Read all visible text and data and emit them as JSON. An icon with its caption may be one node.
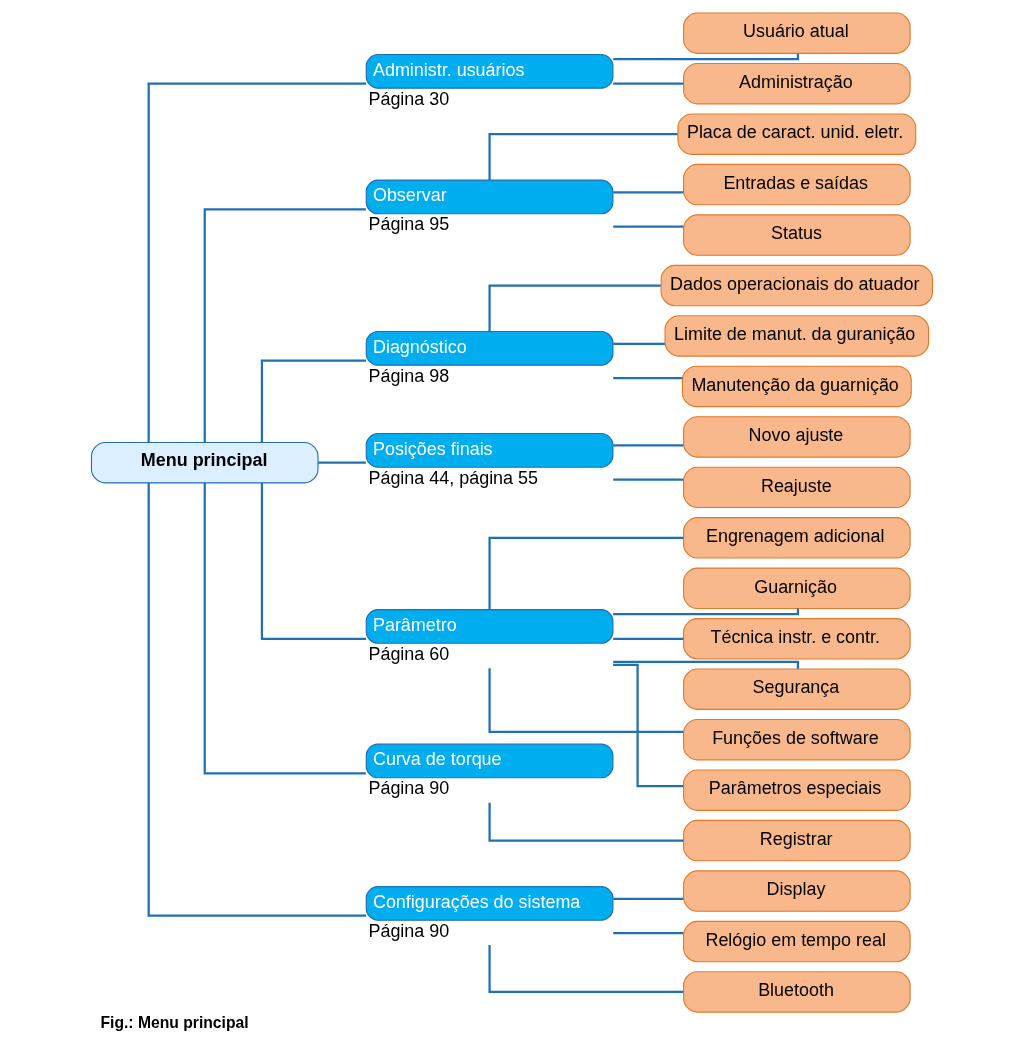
{
  "diagram": {
    "caption": "Fig.: Menu principal",
    "nodes": [
      {
        "text": [
          "Menu principal"
        ]
      },
      {
        "text": [
          "Administr. usuários"
        ],
        "beside": [
          "Página 30"
        ]
      },
      {
        "text": [
          "Usuário atual"
        ]
      },
      {
        "text": [
          "Administração"
        ]
      },
      {
        "text": [
          "Observar"
        ],
        "beside": [
          "Página 95"
        ]
      },
      {
        "text": [
          "Placa de caract. unid. eletr."
        ]
      },
      {
        "text": [
          "Entradas e saídas"
        ]
      },
      {
        "text": [
          "Status"
        ]
      },
      {
        "text": [
          "Diagnóstico"
        ],
        "beside": [
          "Página 98"
        ]
      },
      {
        "text": [
          "Dados operacionais do atuador"
        ]
      },
      {
        "text": [
          "Limite de manut. da guranição"
        ]
      },
      {
        "text": [
          "Manutenção da guarnição"
        ]
      },
      {
        "text": [
          "Posições finais"
        ],
        "beside": [
          "Página 44, página 55"
        ]
      },
      {
        "text": [
          "Novo ajuste"
        ]
      },
      {
        "text": [
          "Reajuste"
        ]
      },
      {
        "text": [
          "Parâmetro"
        ],
        "beside": [
          "Página 60"
        ]
      },
      {
        "text": [
          "Engrenagem adicional"
        ]
      },
      {
        "text": [
          "Guarnição"
        ]
      },
      {
        "text": [
          "Técnica instr. e contr."
        ]
      },
      {
        "text": [
          "Segurança"
        ]
      },
      {
        "text": [
          "Funções de software"
        ]
      },
      {
        "text": [
          "Parâmetros especiais"
        ]
      },
      {
        "text": [
          "Curva de torque"
        ],
        "beside": [
          "Página 90"
        ]
      },
      {
        "text": [
          "Registrar"
        ]
      },
      {
        "text": [
          "Configurações do sistema"
        ],
        "beside": [
          "Página 90"
        ]
      },
      {
        "text": [
          "Display"
        ]
      },
      {
        "text": [
          "Relógio em tempo real"
        ]
      },
      {
        "text": [
          "Bluetooth"
        ]
      }
    ],
    "edges": [
      {
        "from": 0,
        "to": 1,
        "arrow": "none"
      },
      {
        "from": 0,
        "to": 4,
        "arrow": "none"
      },
      {
        "from": 0,
        "to": 8,
        "arrow": "none"
      },
      {
        "from": 0,
        "to": 12,
        "arrow": "none"
      },
      {
        "from": 0,
        "to": 15,
        "arrow": "none"
      },
      {
        "from": 0,
        "to": 22,
        "arrow": "none"
      },
      {
        "from": 0,
        "to": 24,
        "arrow": "none"
      },
      {
        "from": 1,
        "to": 2,
        "arrow": "none"
      },
      {
        "from": 1,
        "to": 3,
        "arrow": "none"
      },
      {
        "from": 4,
        "to": 5,
        "arrow": "none"
      },
      {
        "from": 4,
        "to": 6,
        "arrow": "none"
      },
      {
        "from": 4,
        "to": 7,
        "arrow": "none"
      },
      {
        "from": 8,
        "to": 9,
        "arrow": "none"
      },
      {
        "from": 8,
        "to": 10,
        "arrow": "none"
      },
      {
        "from": 8,
        "to": 11,
        "arrow": "none"
      },
      {
        "from": 12,
        "to": 13,
        "arrow": "none"
      },
      {
        "from": 12,
        "to": 14,
        "arrow": "none"
      },
      {
        "from": 15,
        "to": 16,
        "arrow": "none"
      },
      {
        "from": 15,
        "to": 17,
        "arrow": "none"
      },
      {
        "from": 15,
        "to": 18,
        "arrow": "none"
      },
      {
        "from": 15,
        "to": 19,
        "arrow": "none"
      },
      {
        "from": 15,
        "to": 20,
        "arrow": "none"
      },
      {
        "from": 15,
        "to": 21,
        "arrow": "none"
      },
      {
        "from": 22,
        "to": 23,
        "arrow": "none"
      },
      {
        "from": 24,
        "to": 25,
        "arrow": "none"
      },
      {
        "from": 24,
        "to": 26,
        "arrow": "none"
      },
      {
        "from": 24,
        "to": 27,
        "arrow": "none"
      }
    ]
  }
}
